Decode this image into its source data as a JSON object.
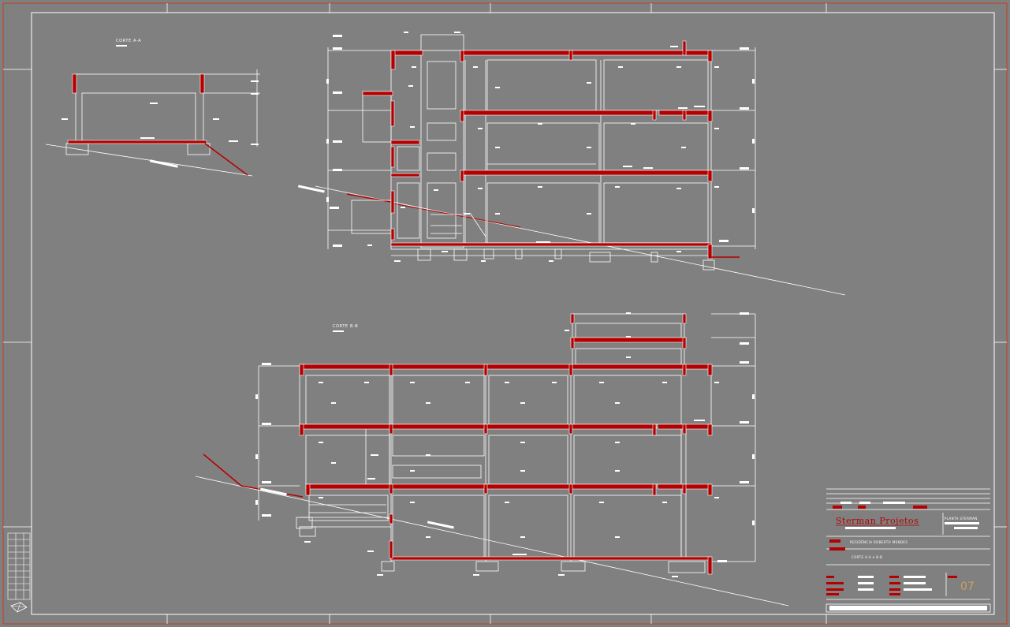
{
  "drawing": {
    "section_a_label": "CORTE A-A",
    "section_b_label": "CORTE B-B"
  },
  "title_block": {
    "company": "Sterman Projetos",
    "company_sub": "PLANTA STERMAN",
    "project": "RESIDÊNCIA ROBERTO MENDES",
    "content": "CORTE A-A e B-B",
    "sheet_number": "07"
  },
  "colors": {
    "background": "#808080",
    "line": "#ffffff",
    "structure": "#b40000",
    "border": "#c04020",
    "sheet_number": "#c8a060"
  },
  "icons": [
    "compass-icon"
  ]
}
